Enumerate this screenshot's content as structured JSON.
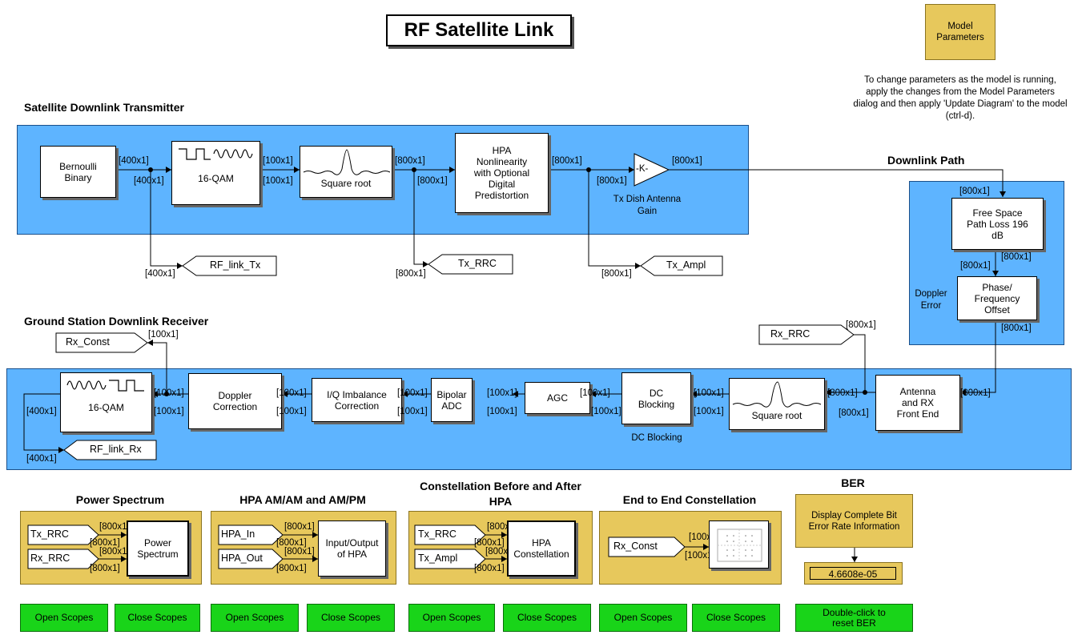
{
  "title": "RF Satellite Link",
  "model_params": {
    "button": "Model Parameters",
    "note": "To change parameters as the model is running, apply the changes from the Model Parameters dialog and then apply 'Update Diagram' to the model (ctrl-d)."
  },
  "tx": {
    "heading": "Satellite Downlink Transmitter",
    "bernoulli": "Bernoulli Binary",
    "qam": "16-QAM",
    "rrc": "Square root",
    "hpa": "HPA Nonlinearity with Optional Digital Predistortion",
    "gain_symbol": "-K-",
    "gain_label": "Tx Dish Antenna Gain",
    "tags": {
      "rf_link_tx": "RF_link_Tx",
      "tx_rrc": "Tx_RRC",
      "tx_ampl": "Tx_Ampl"
    }
  },
  "downlink": {
    "heading": "Downlink Path",
    "fspl": "Free Space Path Loss 196 dB",
    "phase": "Phase/ Frequency Offset",
    "doppler": "Doppler Error"
  },
  "rx": {
    "heading": "Ground Station Downlink Receiver",
    "qam": "16-QAM",
    "doppler_corr": "Doppler Correction",
    "iq": "I/Q Imbalance Correction",
    "adc": "Bipolar ADC",
    "agc": "AGC",
    "dc": "DC Blocking",
    "dc_label": "DC Blocking",
    "rrc": "Square root",
    "front": "Antenna and RX Front End",
    "tags": {
      "rx_const": "Rx_Const",
      "rf_link_rx": "RF_link_Rx",
      "rx_rrc": "Rx_RRC"
    }
  },
  "dims": {
    "d400": "[400x1]",
    "d100": "[100x1]",
    "d800": "[800x1]"
  },
  "panels": {
    "power": {
      "heading": "Power Spectrum",
      "in1": "Tx_RRC",
      "in2": "Rx_RRC",
      "block": "Power Spectrum"
    },
    "hpa": {
      "heading": "HPA AM/AM and AM/PM",
      "in1": "HPA_In",
      "in2": "HPA_Out",
      "block": "Input/Output of HPA"
    },
    "const": {
      "heading": "Constellation Before and After HPA",
      "in1": "Tx_RRC",
      "in2": "Tx_Ampl",
      "block": "HPA Constellation"
    },
    "e2e": {
      "heading": "End to End Constellation",
      "in1": "Rx_Const"
    },
    "ber": {
      "heading": "BER",
      "block": "Display Complete Bit Error Rate Information",
      "value": "4.6608e-05",
      "reset": "Double-click to reset BER"
    }
  },
  "buttons": {
    "open": "Open Scopes",
    "close": "Close Scopes"
  },
  "colors": {
    "subsystem": "#5eb4ff",
    "panel": "#e7c85c",
    "button": "#19d419"
  }
}
